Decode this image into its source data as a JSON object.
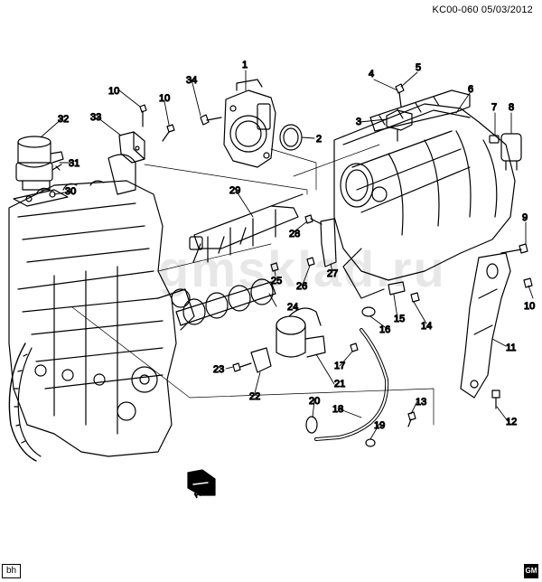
{
  "header": {
    "code": "KC00-060  05/03/2012"
  },
  "watermark": "gmsklad.ru",
  "footer": {
    "corner_label": "bh",
    "logo_text": "GM"
  },
  "callouts": [
    "1",
    "2",
    "3",
    "4",
    "5",
    "6",
    "7",
    "8",
    "9",
    "10",
    "10",
    "10",
    "11",
    "12",
    "13",
    "14",
    "15",
    "16",
    "17",
    "18",
    "19",
    "20",
    "21",
    "22",
    "23",
    "24",
    "25",
    "26",
    "27",
    "28",
    "29",
    "30",
    "31",
    "32",
    "33",
    "34"
  ],
  "front_arrow_label": "FRT"
}
